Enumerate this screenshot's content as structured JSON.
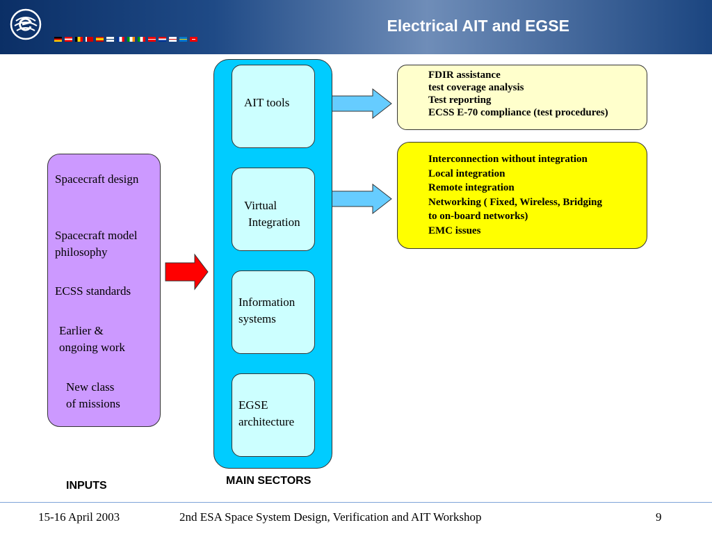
{
  "header": {
    "title": "Electrical AIT and EGSE",
    "logo_icon": "esa-logo-icon"
  },
  "inputs": {
    "items": [
      "Spacecraft design",
      "Spacecraft model",
      "philosophy",
      "ECSS standards",
      "Earlier &",
      "ongoing work",
      "New class",
      "of missions"
    ],
    "label": "INPUTS"
  },
  "main": {
    "sectors": [
      "AIT tools",
      "Virtual",
      "Integration",
      "Information",
      "systems",
      "EGSE",
      "architecture"
    ],
    "label": "MAIN SECTORS"
  },
  "outputs": {
    "ait_tools": [
      "FDIR assistance",
      "test coverage analysis",
      "Test reporting",
      "ECSS E-70 compliance (test procedures)"
    ],
    "virtual_integration": [
      "Interconnection without integration",
      "Local integration",
      "Remote integration",
      "Networking ( Fixed, Wireless, Bridging",
      "to on-board networks)",
      "EMC issues"
    ]
  },
  "footer": {
    "date": "15-16 April 2003",
    "event": "2nd ESA Space System Design, Verification and AIT Workshop",
    "page": "9"
  },
  "colors": {
    "inputs": "#cc99ff",
    "main": "#00ccff",
    "sector": "#ccffff",
    "out1": "#ffffcc",
    "out2": "#ffff00",
    "input_arrow": "#ff0000",
    "output_arrow": "#66ccff"
  }
}
